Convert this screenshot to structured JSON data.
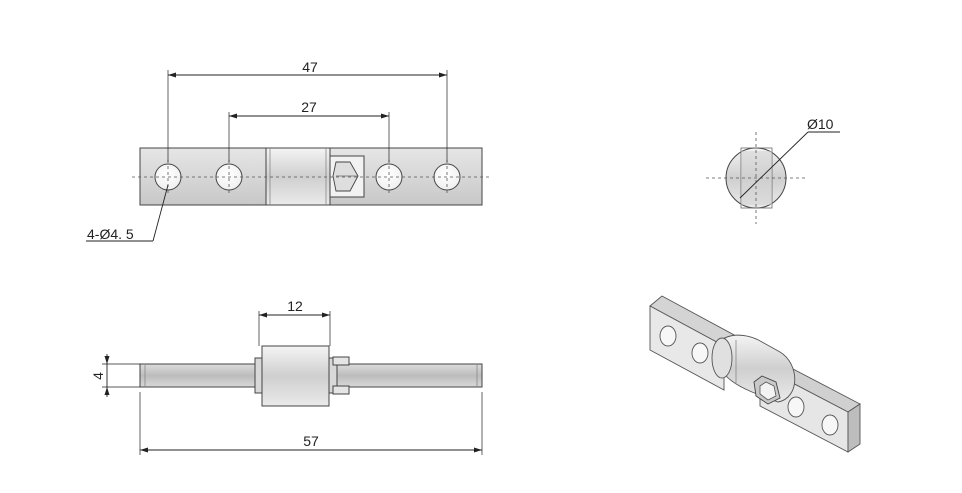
{
  "drawing": {
    "front_view": {
      "dim_overall_holes": "47",
      "dim_inner_holes": "27",
      "hole_callout": "4-Ø4. 5"
    },
    "end_view": {
      "diameter": "Ø10"
    },
    "side_view": {
      "dim_barrel_width": "12",
      "dim_thickness": "4",
      "dim_total_length": "57"
    }
  },
  "colors": {
    "line": "#222222",
    "part_fill": "#d6d6d6",
    "barrel_fill": "#e2e2e2"
  },
  "icons": [
    "hinge-3d-view"
  ]
}
